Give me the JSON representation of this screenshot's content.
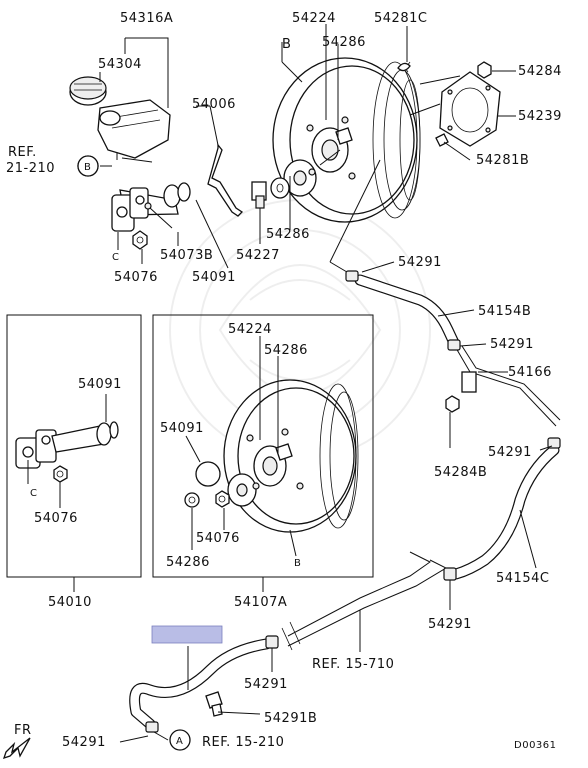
{
  "labels": {
    "p54316A": "54316A",
    "p54304": "54304",
    "ref21210": "REF.",
    "ref21210b": "21-210",
    "callB1": "B",
    "callC1": "C",
    "p54076a": "54076",
    "p54073B": "54073B",
    "p54091a": "54091",
    "p54006": "54006",
    "p54227": "54227",
    "p54286a": "54286",
    "p54224a": "54224",
    "p54286b": "54286",
    "p54281C": "54281C",
    "p54284": "54284",
    "p54239": "54239",
    "p54281B": "54281B",
    "callBtop": "B",
    "p54291a": "54291",
    "p54154B": "54154B",
    "p54291b": "54291",
    "p54166": "54166",
    "p54291c": "54291",
    "p54284B": "54284B",
    "p54154C": "54154C",
    "p54291d": "54291",
    "ref15710": "REF. 15-710",
    "p54291e": "54291",
    "p54291B": "54291B",
    "p54291f": "54291",
    "callA": "A",
    "ref15210": "REF. 15-210",
    "fr": "FR",
    "code": "D00361",
    "box1_54091": "54091",
    "box1_C": "C",
    "box1_54076": "54076",
    "box1_title": "54010",
    "box2_54224": "54224",
    "box2_54286a": "54286",
    "box2_54091": "54091",
    "box2_54076": "54076",
    "box2_54286b": "54286",
    "box2_B": "B",
    "box2_title": "54107A"
  },
  "colors": {
    "ink": "#111111",
    "highlight": "#b9bde6"
  }
}
